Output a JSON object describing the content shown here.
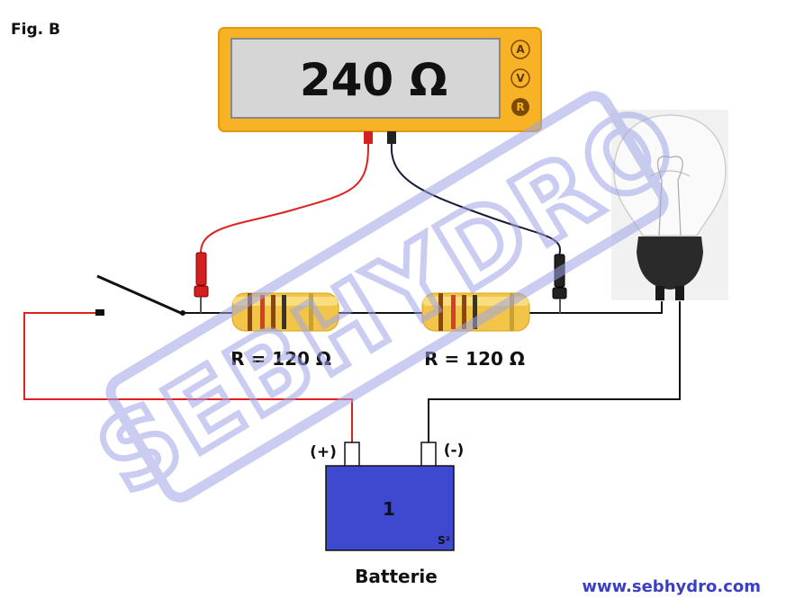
{
  "figure": {
    "label": "Fig. B"
  },
  "multimeter": {
    "reading": "240 Ω",
    "modes": [
      {
        "label": "A",
        "active": false
      },
      {
        "label": "V",
        "active": false
      },
      {
        "label": "R",
        "active": true
      }
    ],
    "body_color": "#F7B226",
    "screen_color": "#D6D6D6"
  },
  "resistors": [
    {
      "label": "R = 120 Ω"
    },
    {
      "label": "R = 120 Ω"
    }
  ],
  "battery": {
    "number": "1",
    "name": "Batterie",
    "positive": "(+)",
    "negative": "(-)",
    "code": "S²",
    "color": "#3F49CF"
  },
  "watermark": {
    "text": "SEBHYDRO",
    "color": "#9FA5E6"
  },
  "website": {
    "url": "www.sebhydro.com",
    "color": "#3A3FC4"
  },
  "icons": [
    "switch-icon",
    "lamp-icon",
    "resistor-icon",
    "probe-icon",
    "battery-icon"
  ]
}
